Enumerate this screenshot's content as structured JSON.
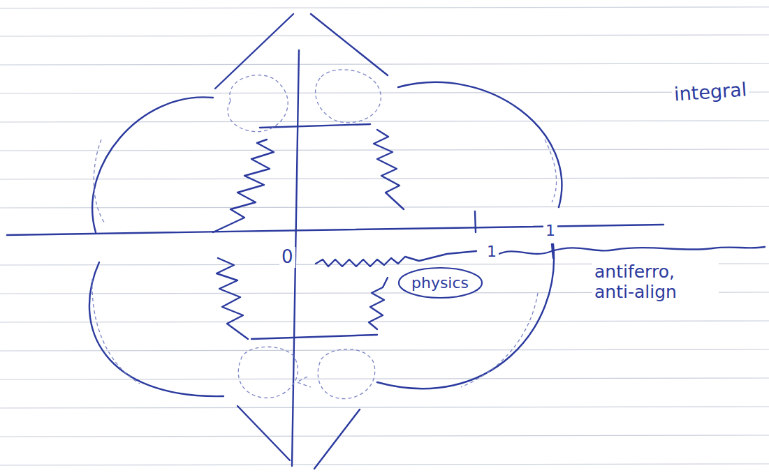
{
  "diagram": {
    "nodes": [
      {
        "text": [
          "physics"
        ]
      }
    ],
    "labels": [
      "0",
      "1",
      "1",
      "antiferro, anti-align",
      "integral"
    ]
  }
}
